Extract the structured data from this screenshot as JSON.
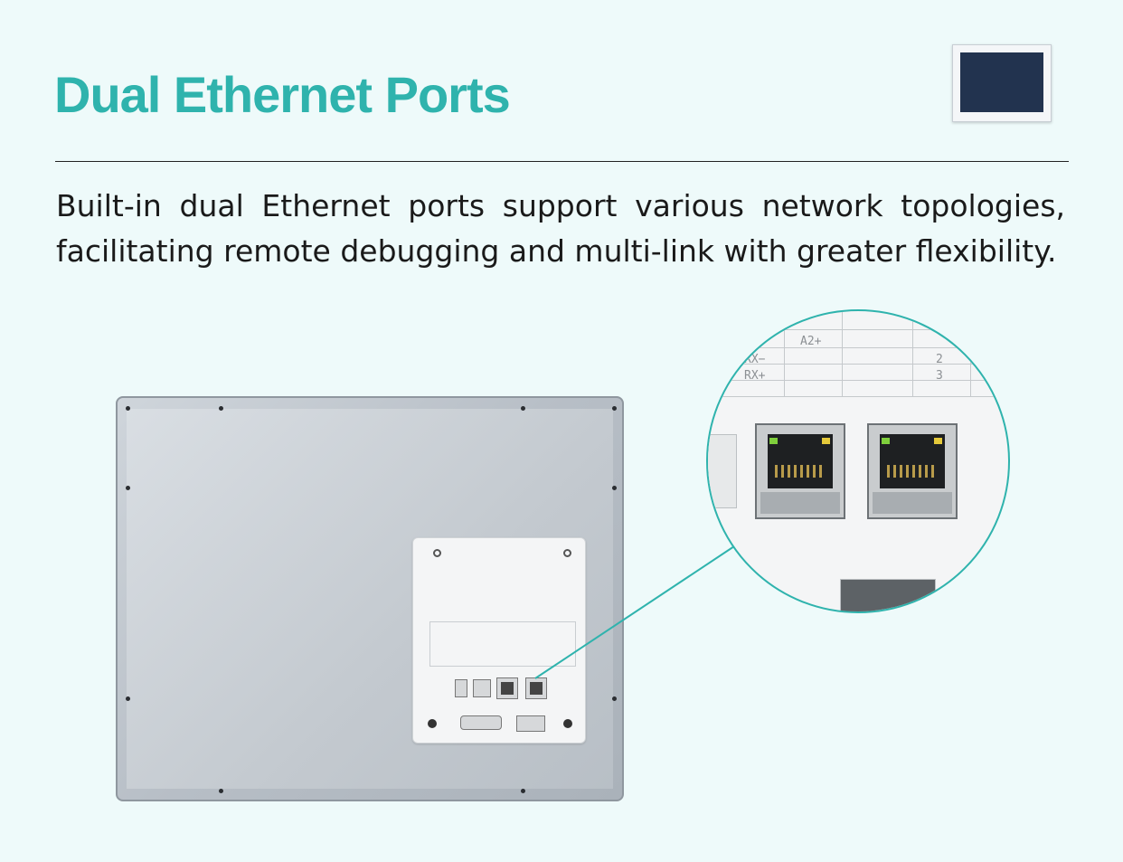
{
  "heading": {
    "title": "Dual Ethernet Ports"
  },
  "description": {
    "text": "Built-in dual Ethernet ports support various network topologies, facilitating remote debugging and multi-link with greater flexibility."
  },
  "zoom_labels": {
    "col_a": "A2+",
    "row_rx_minus": "RX−",
    "row_rx_plus": "RX+",
    "num_2": "2",
    "num_3": "3"
  },
  "colors": {
    "accent": "#2fb3ad",
    "text": "#1a1a1a",
    "background": "#eefafa"
  }
}
